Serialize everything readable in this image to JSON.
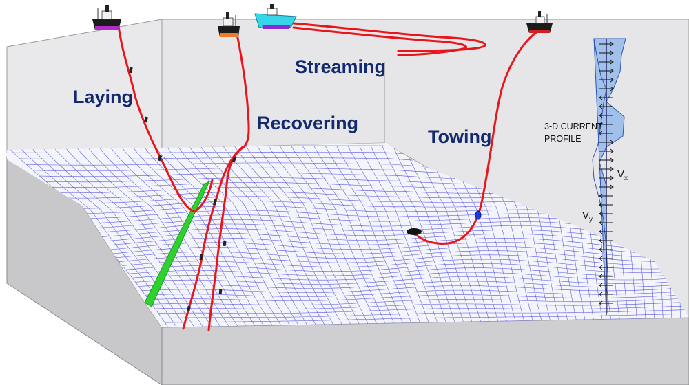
{
  "operations": {
    "laying": "Laying",
    "recovering": "Recovering",
    "streaming": "Streaming",
    "towing": "Towing"
  },
  "current_profile": {
    "title_line1": "3-D CURRENT",
    "title_line2": "PROFILE",
    "vx_main": "V",
    "vx_sub": "x",
    "vy_main": "V",
    "vy_sub": "y"
  },
  "colors": {
    "cable": "#e8161b",
    "seabed_mesh": "#3a3ad8",
    "laid_trench": "#2fd12f",
    "box_wall": "#e8e8ea",
    "box_side": "#c9c9cb",
    "profile_fill": "#8ab4ec"
  },
  "icons": [
    "ship-icon",
    "arrow-icon",
    "towed-body-icon",
    "buoy-icon"
  ]
}
